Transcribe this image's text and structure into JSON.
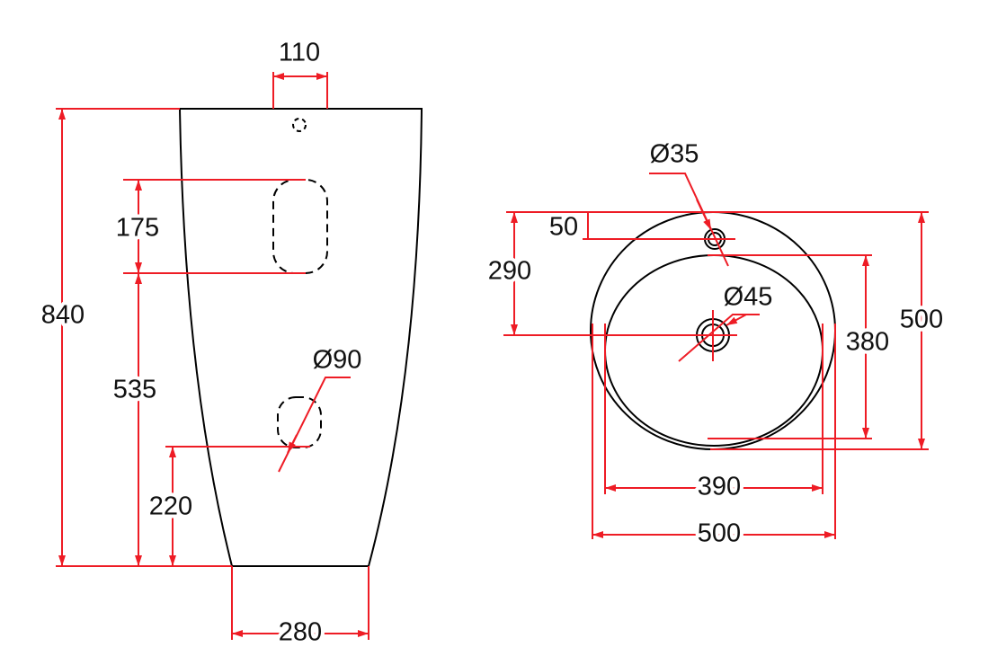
{
  "colors": {
    "dimension": "#ee1c25",
    "outline": "#000000"
  },
  "side_view": {
    "tap_hole_offset": "110",
    "total_height": "840",
    "opening_height": "175",
    "opening_elevation": "535",
    "waste_elevation": "220",
    "waste_diameter": "Ø90",
    "base_width": "280"
  },
  "top_view": {
    "tap_hole_diameter": "Ø35",
    "tap_hole_offset": "50",
    "drain_offset": "290",
    "drain_diameter": "Ø45",
    "bowl_depth": "380",
    "outer_depth": "500",
    "bowl_width": "390",
    "outer_width": "500"
  }
}
